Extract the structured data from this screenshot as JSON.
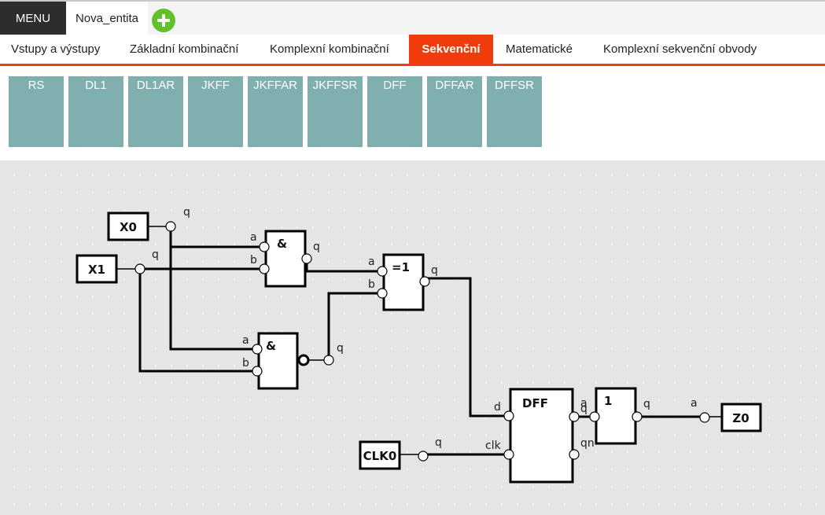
{
  "topbar": {
    "menu_label": "MENU",
    "entity_tab": "Nova_entita",
    "add_button_icon": "plus-icon"
  },
  "categories": {
    "items": [
      {
        "label": "Vstupy a výstupy",
        "active": false
      },
      {
        "label": "Základní kombinační",
        "active": false
      },
      {
        "label": "Komplexní kombinační",
        "active": false
      },
      {
        "label": "Sekvenční",
        "active": true
      },
      {
        "label": "Matematické",
        "active": false
      },
      {
        "label": "Komplexní sekvenční obvody",
        "active": false
      }
    ],
    "accent_color": "#f03c0c"
  },
  "palette": {
    "items": [
      "RS",
      "DL1",
      "DL1AR",
      "JKFF",
      "JKFFAR",
      "JKFFSR",
      "DFF",
      "DFFAR",
      "DFFSR"
    ],
    "color": "#7fafaf"
  },
  "circuit": {
    "inputs": [
      {
        "name": "X0",
        "pin": "q"
      },
      {
        "name": "X1",
        "pin": "q"
      },
      {
        "name": "CLK0",
        "pin": "q"
      }
    ],
    "outputs": [
      {
        "name": "Z0",
        "pin": "a"
      }
    ],
    "gates": [
      {
        "id": "and1",
        "symbol": "&",
        "pins": [
          "a",
          "b",
          "q"
        ]
      },
      {
        "id": "nand1",
        "symbol": "&",
        "pins": [
          "a",
          "b",
          "q"
        ]
      },
      {
        "id": "xor1",
        "symbol": "=1",
        "pins": [
          "a",
          "b",
          "q"
        ]
      },
      {
        "id": "dff1",
        "symbol": "DFF",
        "pins": [
          "d",
          "clk",
          "q",
          "qn"
        ]
      },
      {
        "id": "buf1",
        "symbol": "1",
        "pins": [
          "a",
          "q"
        ]
      }
    ],
    "pin_labels": {
      "q": "q",
      "a": "a",
      "b": "b",
      "d": "d",
      "clk": "clk",
      "qn": "qn"
    }
  }
}
